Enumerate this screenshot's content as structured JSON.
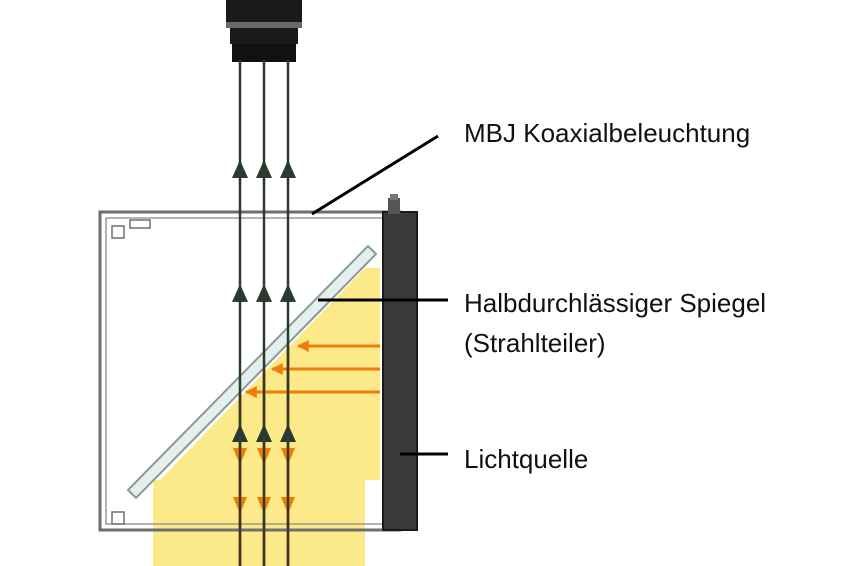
{
  "labels": {
    "coax": "MBJ Koaxialbeleuchtung",
    "mirror_line1": "Halbdurchlässiger Spiegel",
    "mirror_line2": "(Strahlteiler)",
    "source": "Lichtquelle"
  },
  "colors": {
    "housing": "#6e6e6e",
    "housing_fill": "#ffffff",
    "light_panel": "#3a3a3a",
    "yellow_light": "#fbe98a",
    "mirror_fill": "#e4f0ee",
    "mirror_edge": "#8a9a96",
    "reflected_arrow": "#f07d0a",
    "camera_arrow": "#2b3a2c",
    "leader_line": "#000000",
    "camera_body": "#1a1a1a"
  },
  "icons": {
    "camera": "camera-lens-icon"
  }
}
